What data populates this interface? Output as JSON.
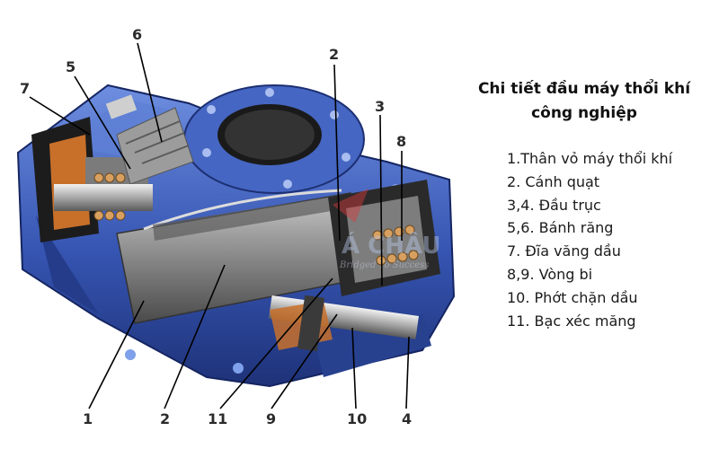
{
  "legend": {
    "title_line1": "Chi tiết đầu máy thổi khí",
    "title_line2": "công nghiệp",
    "items": [
      "1.Thân vỏ máy thổi khí",
      "2. Cánh quạt",
      "3,4. Đầu trục",
      "5,6. Bánh răng",
      "7. Đĩa văng dầu",
      "8,9. Vòng bi",
      "10. Phớt chặn dầu",
      "11. Bạc xéc măng"
    ]
  },
  "callouts": [
    "1",
    "2",
    "11",
    "9",
    "10",
    "4",
    "2",
    "3",
    "8",
    "7",
    "5",
    "6"
  ],
  "watermark": {
    "brand": "Á CHÂU",
    "tagline": "Bridged To Success"
  },
  "colors": {
    "housing_blue": "#2f4fa8",
    "housing_light": "#5f7fd0",
    "rotor_gray": "#8a8a8a",
    "gear_copper": "#c8702a",
    "callout_line": "#000000"
  }
}
